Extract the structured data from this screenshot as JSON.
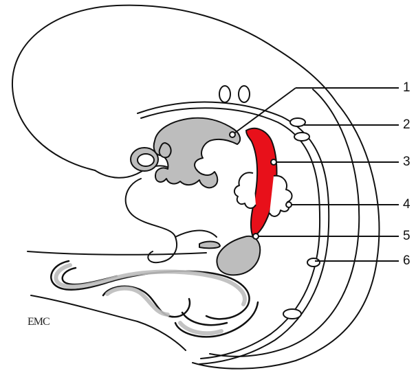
{
  "figure": {
    "labels": [
      "1",
      "2",
      "3",
      "4",
      "5",
      "6"
    ],
    "signature": "EMC"
  },
  "colors": {
    "outline": "#111111",
    "gray_fill": "#bdbdbd",
    "highlight_red": "#e8101a",
    "background": "#ffffff"
  }
}
